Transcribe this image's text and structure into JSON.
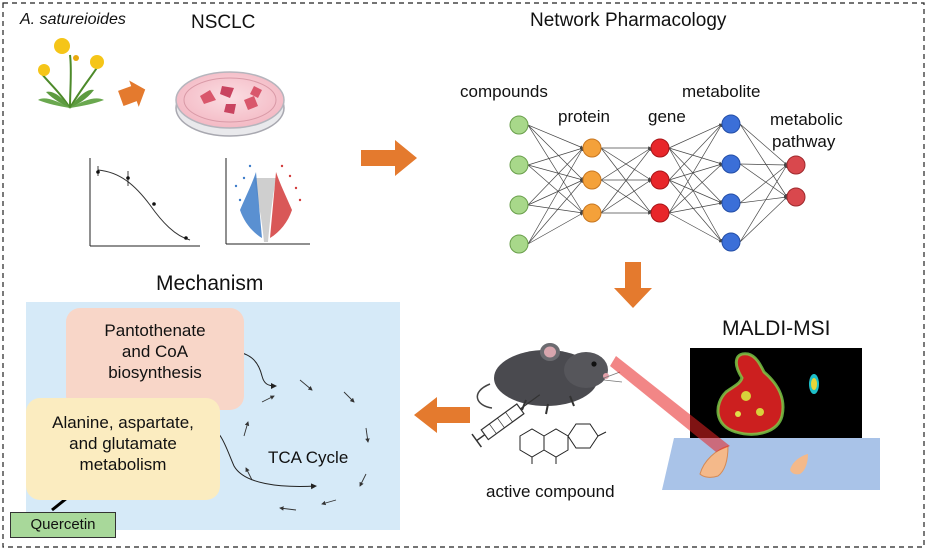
{
  "top": {
    "species_label": "A. satureioides",
    "nsclc_label": "NSCLC",
    "network_title": "Network Pharmacology"
  },
  "network": {
    "compounds": "compounds",
    "protein": "protein",
    "gene": "gene",
    "metabolite": "metabolite",
    "pathway_line1": "metabolic",
    "pathway_line2": "pathway"
  },
  "mechanism": {
    "title": "Mechanism",
    "box1_line1": "Pantothenate",
    "box1_line2": "and CoA",
    "box1_line3": "biosynthesis",
    "box2_line1": "Alanine, aspartate,",
    "box2_line2": "and glutamate",
    "box2_line3": "metabolism",
    "tca": "TCA Cycle",
    "quercetin": "Quercetin"
  },
  "maldi": {
    "title": "MALDI-MSI",
    "active_compound": "active compound"
  },
  "colors": {
    "compound_node": "#a8d88a",
    "protein_node": "#f4a13a",
    "gene_node": "#e8262a",
    "metabolite_node": "#3b6fd8",
    "pathway_node": "#d9484d",
    "arrow": "#e47a2e"
  }
}
